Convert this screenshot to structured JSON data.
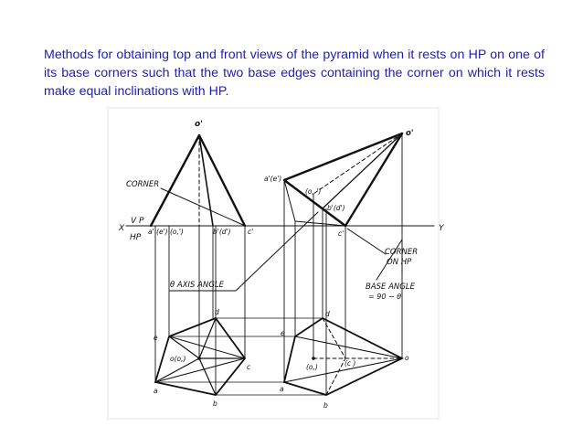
{
  "caption": "Methods for obtaining top and front views of the pyramid when it rests on HP on one of its base corners such that the two base edges containing the corner on which it rests make equal inclinations with HP.",
  "diagram": {
    "labels": {
      "o_prime_left": "o'",
      "corner": "CORNER",
      "x": "X",
      "y": "Y",
      "vp": "V P",
      "hp": "HP",
      "front_left_points": "a' (e') (o,')",
      "b_d_prime_left": "b'(d')",
      "c_prime_left": "c'",
      "axis_angle": "θ AXIS ANGLE",
      "d_left": "d",
      "e_left": "e",
      "o_o1_left": "o(o,)",
      "c_left": "c",
      "a_left": "a",
      "b_left": "b",
      "a_e_prime_right": "a'(e')",
      "o1_prime_right": "(o, ')",
      "b_d_prime_right": "b'(d')",
      "c_prime_right": "c'",
      "o_prime_right": "o'",
      "corner_on_hp": [
        "CORNER",
        "ON HP"
      ],
      "base_angle": [
        "BASE ANGLE",
        "= 90 − θ"
      ],
      "d_right": "d",
      "e_right": "e",
      "o1_right": "(o,)",
      "c_right": "(c )",
      "o_right": "o",
      "a_right": "a",
      "b_right": "b"
    }
  }
}
